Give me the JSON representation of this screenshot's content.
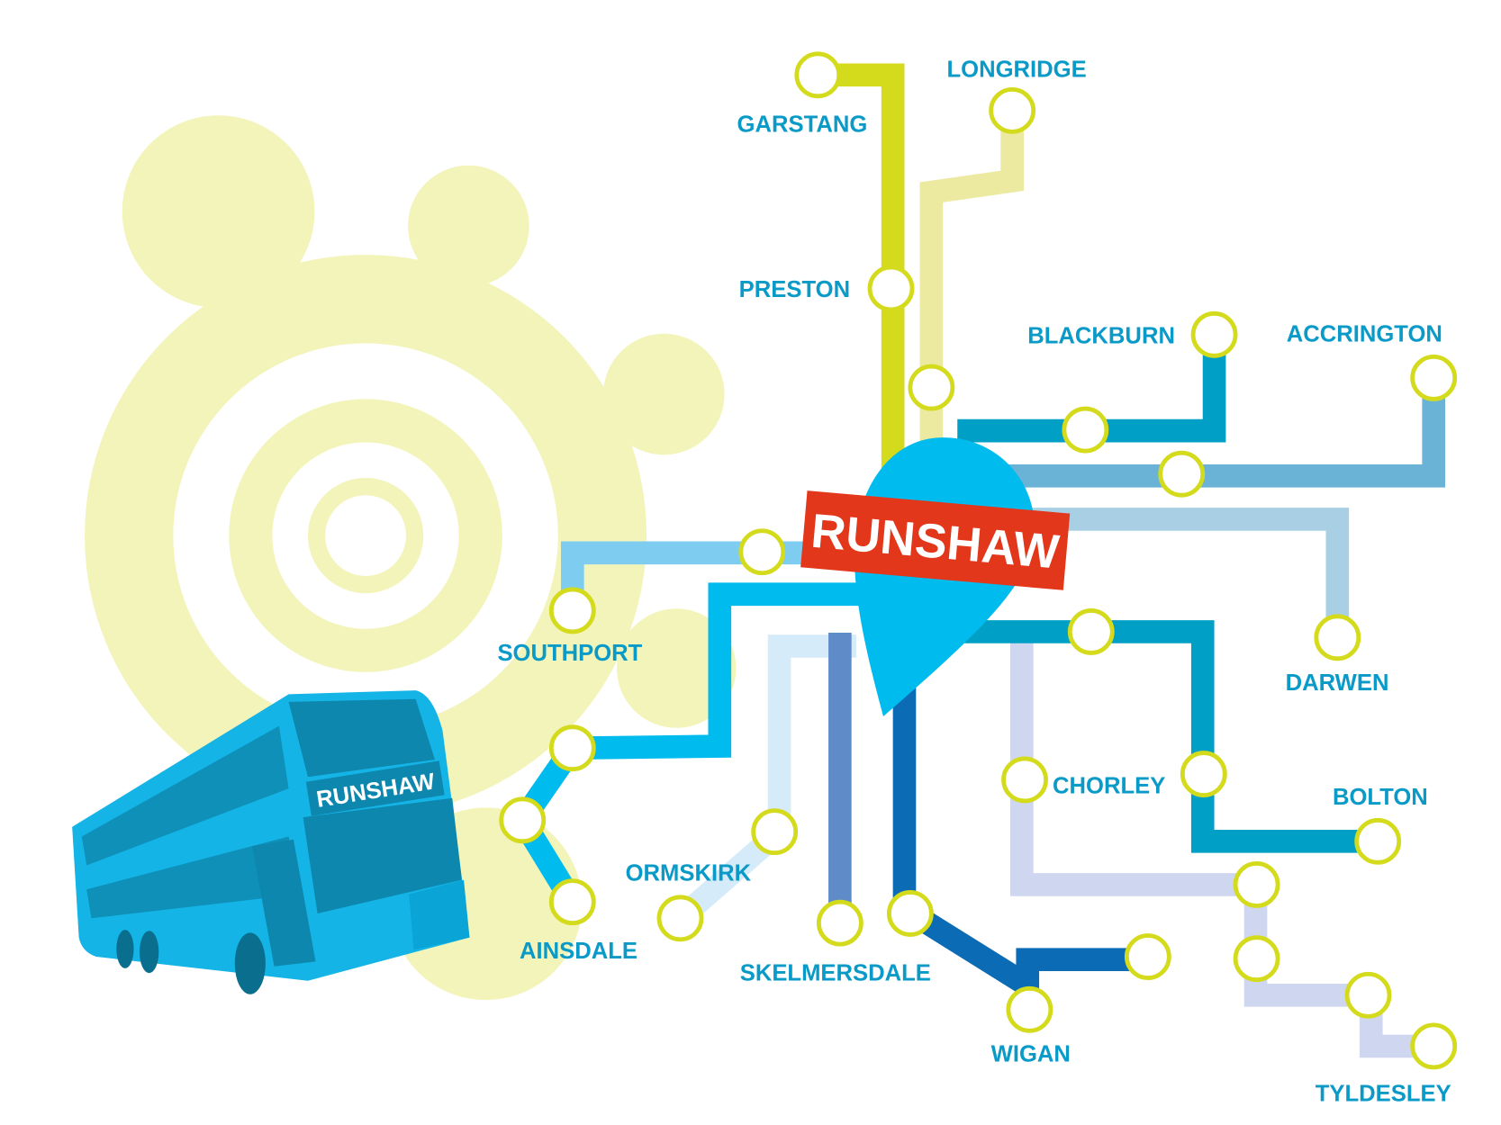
{
  "title": "RUNSHAW",
  "bus_sign": "RUNSHAW",
  "colors": {
    "label": "#0a9ac8",
    "stop_ring": "#d4da1c",
    "pin": "#00bbee",
    "brand_red": "#e3371b",
    "background_shapes": "#f3f4b9"
  },
  "stations": {
    "garstang": "GARSTANG",
    "longridge": "LONGRIDGE",
    "preston": "PRESTON",
    "blackburn": "BLACKBURN",
    "accrington": "ACCRINGTON",
    "southport": "SOUTHPORT",
    "darwen": "DARWEN",
    "chorley": "CHORLEY",
    "bolton": "BOLTON",
    "ormskirk": "ORMSKIRK",
    "ainsdale": "AINSDALE",
    "skelmersdale": "SKELMERSDALE",
    "wigan": "WIGAN",
    "tyldesley": "TYLDESLEY"
  },
  "routes": [
    {
      "name": "garstang",
      "color": "#d4da1c"
    },
    {
      "name": "longridge",
      "color": "#ece9a0"
    },
    {
      "name": "blackburn",
      "color": "#009fc6"
    },
    {
      "name": "accrington",
      "color": "#6bb3d6"
    },
    {
      "name": "darwen",
      "color": "#a8cfe3"
    },
    {
      "name": "bolton",
      "color": "#00a0c6"
    },
    {
      "name": "tyldesley",
      "color": "#cfd6ef"
    },
    {
      "name": "wigan",
      "color": "#0b6bb5"
    },
    {
      "name": "skelmersdale",
      "color": "#5f8cc8"
    },
    {
      "name": "ormskirk",
      "color": "#d6ebf9"
    },
    {
      "name": "ainsdale",
      "color": "#00bbee"
    },
    {
      "name": "southport",
      "color": "#7ecdf0"
    }
  ]
}
